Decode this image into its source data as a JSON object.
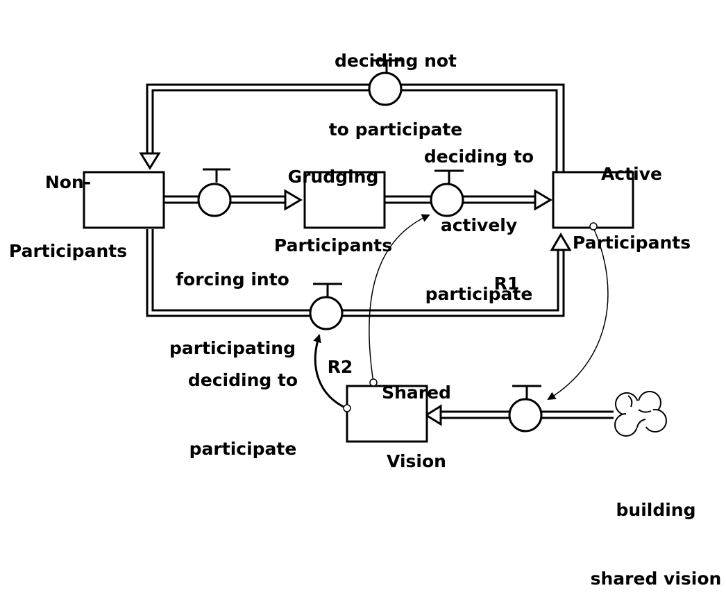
{
  "stocks": {
    "non_participants": [
      "Non-",
      "Participants"
    ],
    "grudging_participants": [
      "Grudging",
      "Participants"
    ],
    "active_participants": [
      "Active",
      "Participants"
    ],
    "shared_vision": [
      "Shared",
      "Vision"
    ]
  },
  "flows": {
    "deciding_not_to_participate": [
      "deciding not",
      "to participate"
    ],
    "forcing_into_participating": [
      "forcing into",
      "participating"
    ],
    "deciding_to_actively_participate": [
      "deciding to",
      "actively",
      "participate"
    ],
    "deciding_to_participate": [
      "deciding to",
      "participate"
    ],
    "building_shared_vision": [
      "building",
      "shared vision"
    ]
  },
  "loops": {
    "r1": "R1",
    "r2": "R2"
  }
}
